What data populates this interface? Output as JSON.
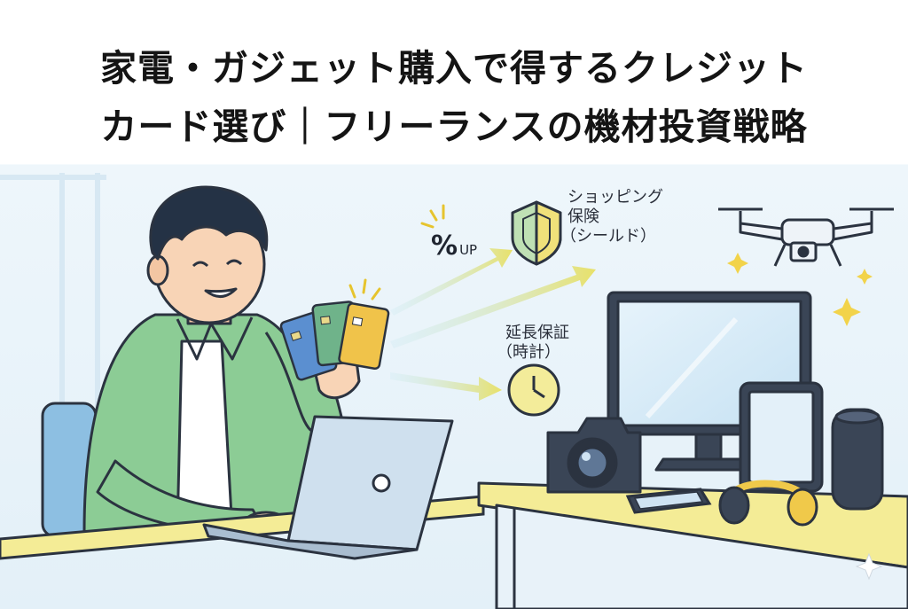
{
  "title": {
    "line1": "家電・ガジェット購入で得するクレジット",
    "line2": "カード選び｜フリーランスの機材投資戦略"
  },
  "labels": {
    "points_pct": "%",
    "points_up": "UP",
    "shopping_line1": "ショッピング",
    "shopping_line2": "保険",
    "shopping_line3": "（シールド）",
    "warranty_line1": "延長保証",
    "warranty_line2": "（時計）"
  },
  "colors": {
    "wall": "#e6f2f9",
    "shirt": "#7fc58a",
    "desk": "#f4ec96",
    "outline": "#2b3340",
    "screen": "#d9ecf8"
  }
}
